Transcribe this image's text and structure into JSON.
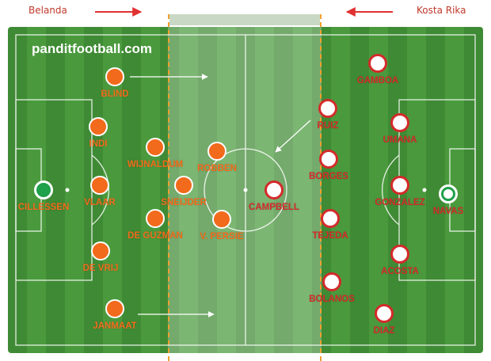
{
  "teams": {
    "left": "Belanda",
    "right": "Kosta Rika"
  },
  "brand": "panditfootball.com",
  "colors": {
    "netherlands": "#f26a1b",
    "costa_rica": "#d42a2a",
    "goalkeeper": "#1fa04a",
    "zone_line": "#f0a030"
  },
  "players": {
    "nl": [
      "BLIND",
      "INDI",
      "WIJNALDUM",
      "ROBBEN",
      "SNEIJDER",
      "VLAAR",
      "CILLESSEN",
      "DE GUZMAN",
      "V. PERSIE",
      "DE VRIJ",
      "JANMAAT"
    ],
    "cr": [
      "GAMBOA",
      "RUIZ",
      "UMANA",
      "BORGES",
      "GONZALEZ",
      "NAVAS",
      "CAMPBELL",
      "TEJEDA",
      "ACOSTA",
      "BOLANOS",
      "DIAZ"
    ]
  }
}
